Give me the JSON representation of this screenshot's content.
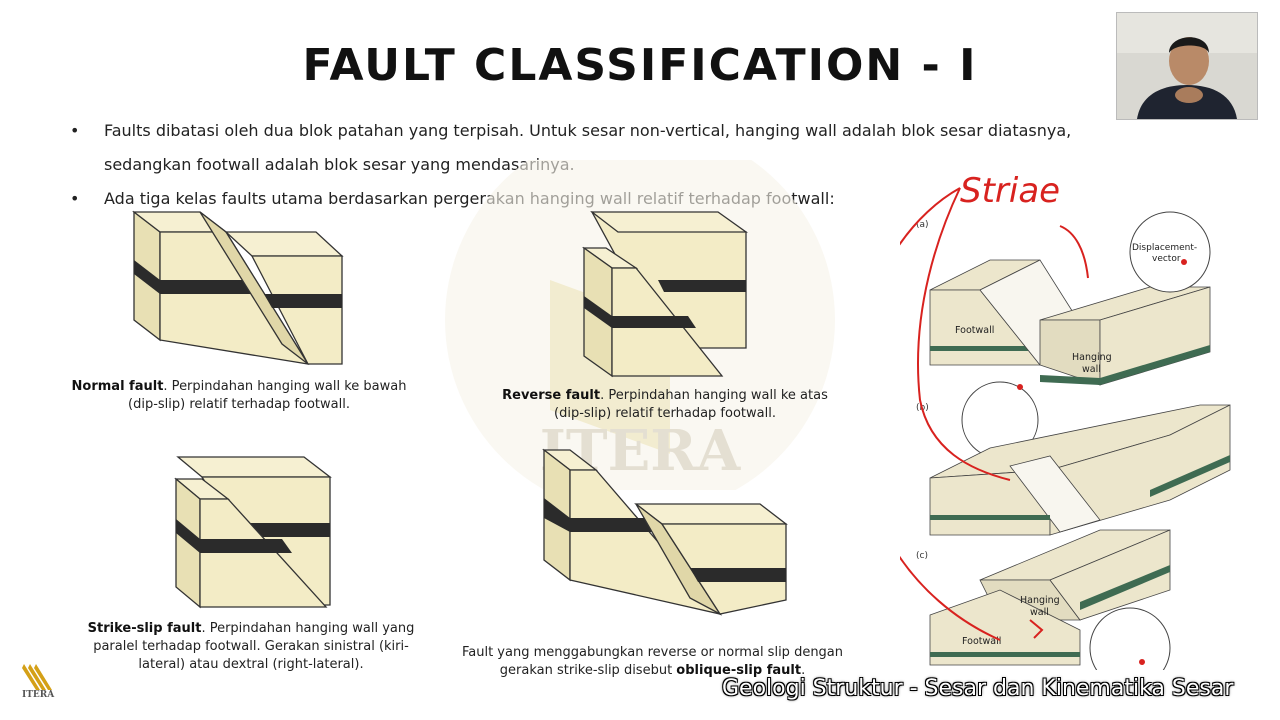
{
  "slide": {
    "title": "FAULT CLASSIFICATION - I",
    "bullets": [
      {
        "marker": "•",
        "text": "Faults dibatasi oleh dua blok patahan yang terpisah. Untuk sesar non-vertical, hanging wall adalah blok sesar diatasnya, sedangkan footwall adalah blok sesar yang mendasarinya."
      },
      {
        "marker": "•",
        "text": "Ada tiga kelas faults utama berdasarkan pergerakan hanging wall relatif terhadap footwall:"
      }
    ],
    "captions": {
      "normal": {
        "bold": "Normal fault",
        "text": ". Perpindahan hanging wall ke bawah (dip-slip) relatif terhadap footwall."
      },
      "reverse": {
        "bold": "Reverse fault",
        "text": ". Perpindahan hanging wall ke atas (dip-slip) relatif terhadap footwall."
      },
      "strike_slip": {
        "bold": "Strike-slip fault",
        "text": ". Perpindahan hanging wall yang paralel terhadap footwall. Gerakan sinistral (kiri-lateral) atau dextral (right-lateral)."
      },
      "oblique": {
        "prefix": "Fault yang menggabungkan reverse or normal slip dengan gerakan strike-slip disebut ",
        "bold": "oblique-slip fault",
        "suffix": "."
      }
    },
    "right_figure": {
      "label_a": "(a)",
      "label_b": "(b)",
      "label_c": "(c)",
      "displacement_label_1": "Displacement-",
      "displacement_label_2": "vector",
      "footwall_a": "Footwall",
      "hanging_a_1": "Hanging",
      "hanging_a_2": "wall",
      "hanging_c_1": "Hanging",
      "hanging_c_2": "wall",
      "footwall_c": "Footwall",
      "handwriting": "Striae"
    },
    "watermark": "ITERA",
    "logo_text": "ITERA"
  },
  "video": {
    "subtitle": "Geologi Struktur - Sesar dan Kinematika Sesar"
  },
  "colors": {
    "block_fill": "#f3ecc6",
    "block_side": "#e8e0b4",
    "layer": "#2b2b2b",
    "green_layer": "#3f6b52",
    "annotation_red": "#d8221f"
  }
}
